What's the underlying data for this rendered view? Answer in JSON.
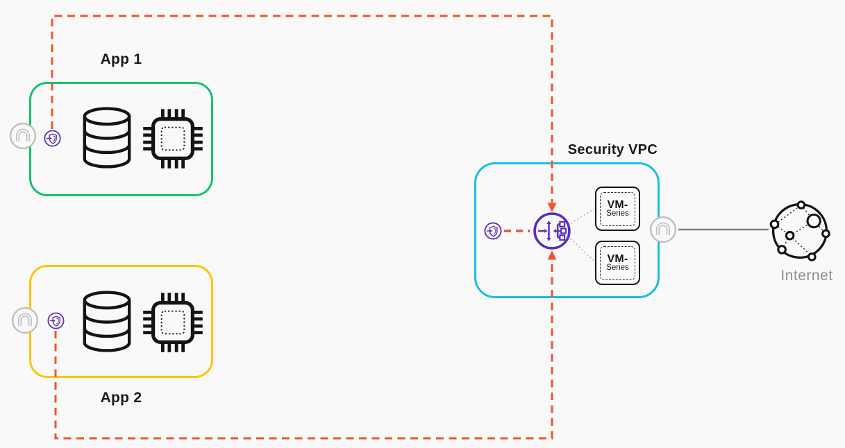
{
  "diagram": {
    "background": "#f9f9f9",
    "colors": {
      "app1_border": "#11c46d",
      "app2_border": "#fdc504",
      "security_vpc_border": "#15bfe8",
      "traffic_flow_dash": "#f4522d",
      "gateway_purple": "#5b2fc2",
      "neutral_gray": "#b9b9b9",
      "icon_ink": "#141414",
      "internet_label_gray": "#8f8f8f"
    },
    "app1": {
      "label": "App 1"
    },
    "app2": {
      "label": "App 2"
    },
    "security_vpc": {
      "label": "Security VPC",
      "firewalls": [
        {
          "line1": "VM-",
          "line2": "Series"
        },
        {
          "line1": "VM-",
          "line2": "Series"
        }
      ]
    },
    "internet": {
      "label": "Internet"
    }
  }
}
